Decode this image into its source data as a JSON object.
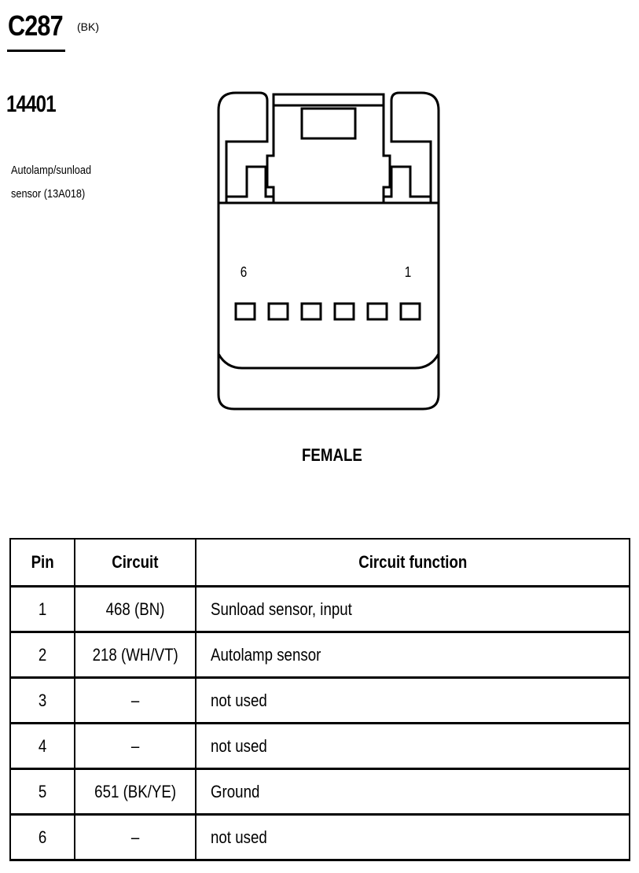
{
  "header": {
    "connector_id": "C287",
    "connector_color": "(BK)",
    "part_number": "14401",
    "description_line1": "Autolamp/sunload",
    "description_line2": "sensor (13A018)"
  },
  "connector": {
    "pin_left_label": "6",
    "pin_right_label": "1",
    "pin_count": 6,
    "view_label": "FEMALE"
  },
  "table": {
    "headers": {
      "pin": "Pin",
      "circuit": "Circuit",
      "function": "Circuit function"
    },
    "rows": [
      {
        "pin": "1",
        "circuit": "468 (BN)",
        "function": "Sunload sensor, input"
      },
      {
        "pin": "2",
        "circuit": "218 (WH/VT)",
        "function": "Autolamp sensor"
      },
      {
        "pin": "3",
        "circuit": "–",
        "function": "not used"
      },
      {
        "pin": "4",
        "circuit": "–",
        "function": "not used"
      },
      {
        "pin": "5",
        "circuit": "651 (BK/YE)",
        "function": "Ground"
      },
      {
        "pin": "6",
        "circuit": "–",
        "function": "not used"
      }
    ]
  }
}
